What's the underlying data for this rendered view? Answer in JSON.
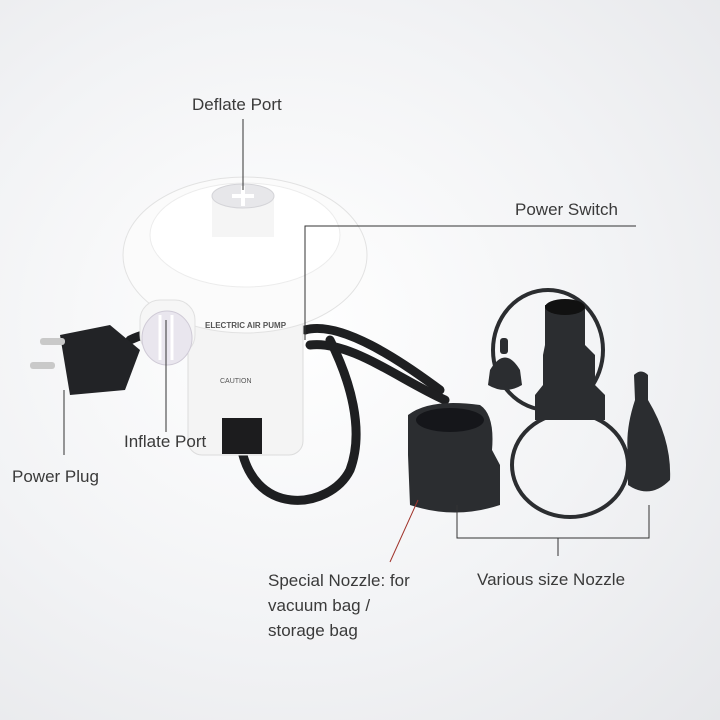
{
  "labels": {
    "deflate_port": "Deflate Port",
    "power_switch": "Power Switch",
    "power_plug": "Power Plug",
    "inflate_port": "Inflate Port",
    "special_nozzle": [
      "Special Nozzle: for",
      "vacuum bag /",
      "storage bag"
    ],
    "various_nozzle": "Various size Nozzle"
  },
  "product_label": {
    "title": "ELECTRIC AIR PUMP",
    "caution": "CAUTION"
  },
  "colors": {
    "callout_line": "#333333",
    "special_callout_line": "#a0322a",
    "pump_body": "#f7f7f7",
    "accessories": "#2b2d30"
  }
}
